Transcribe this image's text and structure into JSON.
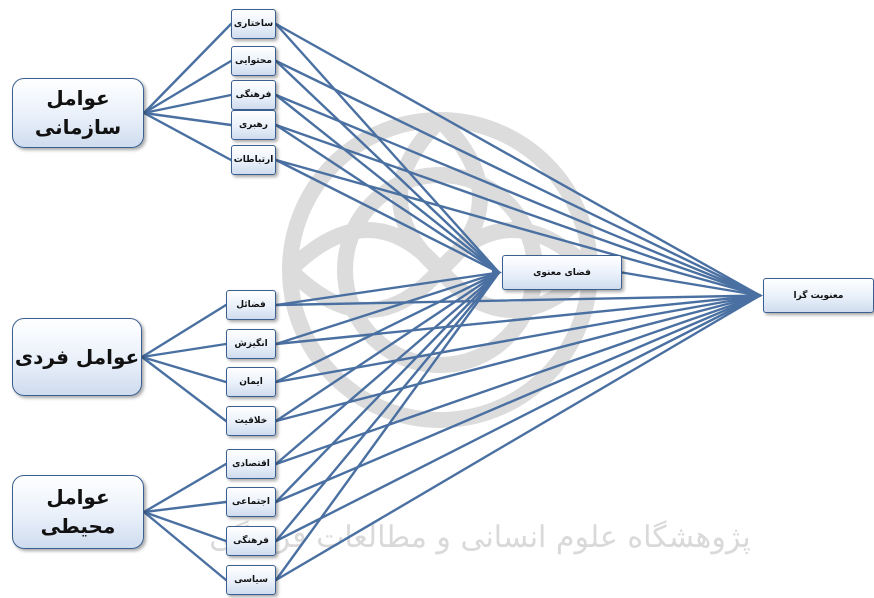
{
  "groups": [
    {
      "id": "org",
      "label": "عوامل\nسازمانی"
    },
    {
      "id": "ind",
      "label": "عوامل فردی"
    },
    {
      "id": "env",
      "label": "عوامل\nمحیطی"
    }
  ],
  "factors": {
    "org": [
      "ساختاری",
      "محتوایی",
      "فرهنگی",
      "رهبری",
      "ارتباطات"
    ],
    "ind": [
      "فضائل",
      "انگیزش",
      "ایمان",
      "خلاقیت"
    ],
    "env": [
      "اقتصادی",
      "اجتماعی",
      "فرهنگی",
      "سیاسی"
    ]
  },
  "mediator": "فضای معنوی",
  "outcome": "معنویت گرا",
  "watermark_text": "پژوهشگاه علوم انسانی و مطالعات فرهنگی",
  "colors": {
    "edge": "#4a70a2",
    "box_border": "#3a5f91",
    "watermark": "#d9d9d9"
  }
}
